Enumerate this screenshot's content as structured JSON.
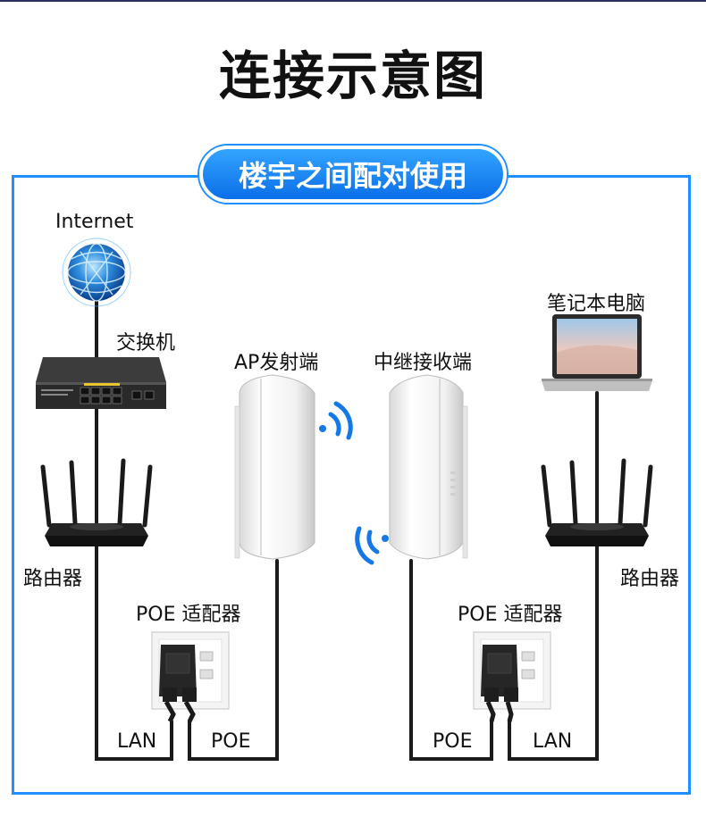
{
  "title": "连接示意图",
  "subtitle": "楼宇之间配对使用",
  "labels": {
    "internet": "Internet",
    "switch": "交换机",
    "router_left": "路由器",
    "router_right": "路由器",
    "ap": "AP发射端",
    "repeater": "中继接收端",
    "laptop": "笔记本电脑",
    "poe_left": "POE 适配器",
    "poe_right": "POE 适配器",
    "lan_left": "LAN",
    "poe_cable_left": "POE",
    "poe_cable_right": "POE",
    "lan_right": "LAN"
  },
  "colors": {
    "accent": "#1e90ff",
    "cable": "#1a1a1a",
    "wifi": "#1479e6"
  },
  "icons": [
    "globe-icon",
    "switch-icon",
    "router-icon",
    "cpe-device-icon",
    "wifi-signal-icon",
    "laptop-icon",
    "poe-adapter-icon"
  ]
}
